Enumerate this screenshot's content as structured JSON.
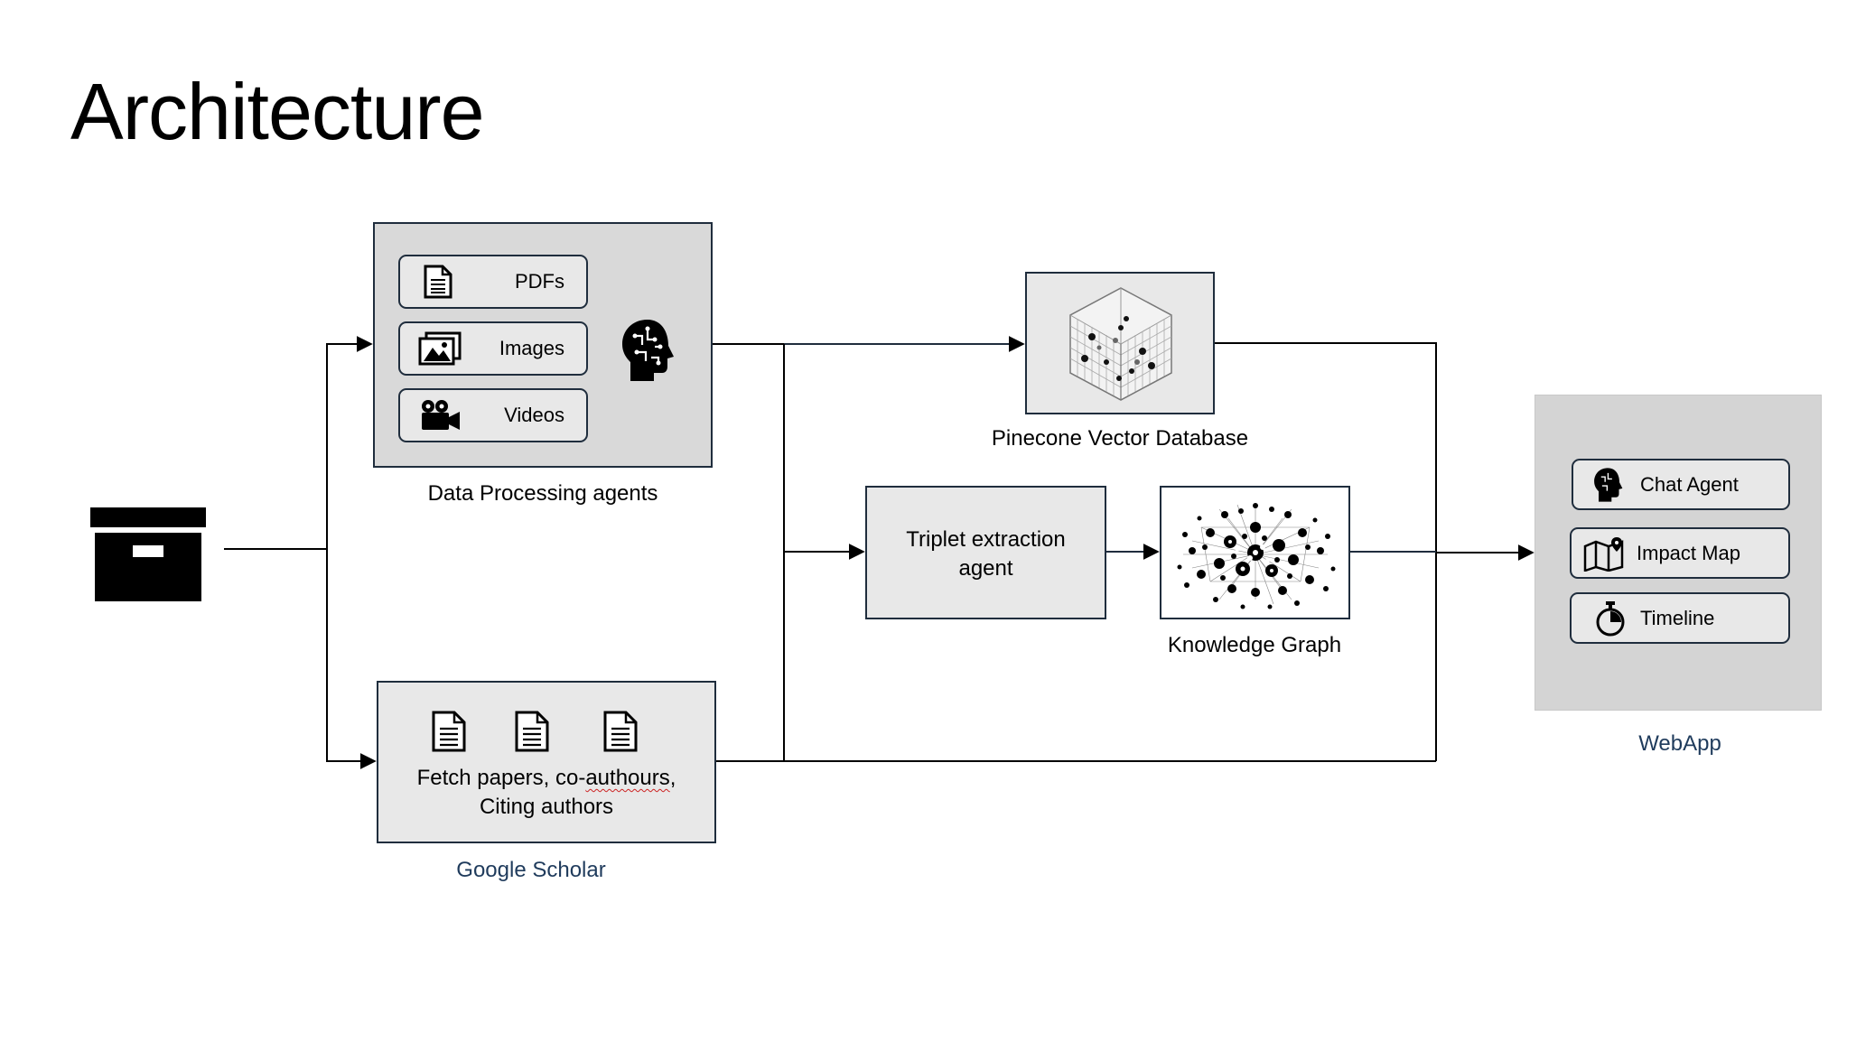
{
  "title": "Architecture",
  "data_processing": {
    "caption": "Data Processing agents",
    "items": [
      {
        "label": "PDFs",
        "icon": "document-icon"
      },
      {
        "label": "Images",
        "icon": "images-icon"
      },
      {
        "label": "Videos",
        "icon": "video-camera-icon"
      }
    ],
    "agent_icon": "ai-head-icon"
  },
  "google_scholar": {
    "caption": "Google Scholar",
    "line1_prefix": "Fetch papers, co-",
    "line1_squiggle": "authours",
    "line1_suffix": ",",
    "line2": "Citing authors"
  },
  "vector_db": {
    "caption": "Pinecone Vector Database",
    "icon": "vector-cube-icon"
  },
  "triplet": {
    "line1": "Triplet extraction",
    "line2": "agent"
  },
  "knowledge_graph": {
    "caption": "Knowledge Graph",
    "icon": "network-graph-icon"
  },
  "webapp": {
    "caption": "WebApp",
    "items": [
      {
        "label": "Chat Agent",
        "icon": "ai-head-icon"
      },
      {
        "label": "Impact Map",
        "icon": "map-icon"
      },
      {
        "label": "Timeline",
        "icon": "stopwatch-icon"
      }
    ]
  },
  "source_icon": "archive-box-icon",
  "colors": {
    "panel": "#d9d9d9",
    "panel_light": "#e8e8e8",
    "border": "#1f2d3d",
    "caption_blue": "#1f3b5c"
  }
}
